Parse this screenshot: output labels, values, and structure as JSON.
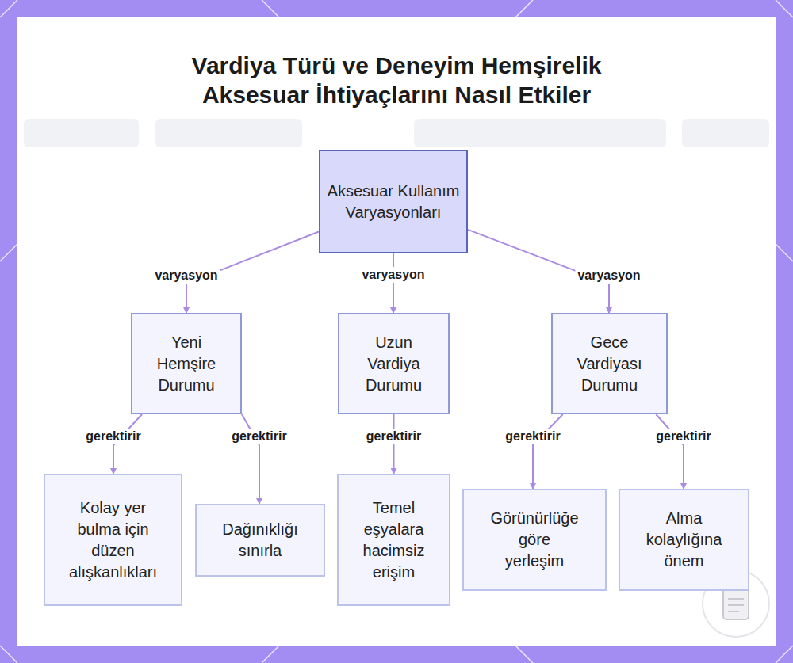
{
  "diagram": {
    "title": "Vardiya Türü ve Deneyim Hemşirelik Aksesuar İhtiyaçlarını Nasıl Etkiler",
    "nodes": [
      {
        "text": [
          "Aksesuar Kullanım Varyasyonları"
        ]
      },
      {
        "text": [
          "Yeni Hemşire Durumu"
        ]
      },
      {
        "text": [
          "Uzun Vardiya Durumu"
        ]
      },
      {
        "text": [
          "Gece Vardiyası Durumu"
        ]
      },
      {
        "text": [
          "Kolay yer bulma için düzen alışkanlıkları"
        ]
      },
      {
        "text": [
          "Dağınıklığı sınırla"
        ]
      },
      {
        "text": [
          "Temel eşyalara hacimsiz erişim"
        ]
      },
      {
        "text": [
          "Görünürlüğe göre yerleşim"
        ]
      },
      {
        "text": [
          "Alma kolaylığına önem"
        ]
      }
    ],
    "edges": [
      {
        "from": 0,
        "to": 1,
        "label": "varyasyon",
        "arrow": "to"
      },
      {
        "from": 0,
        "to": 2,
        "label": "varyasyon",
        "arrow": "to"
      },
      {
        "from": 0,
        "to": 3,
        "label": "varyasyon",
        "arrow": "to"
      },
      {
        "from": 1,
        "to": 4,
        "label": "gerektirir",
        "arrow": "to"
      },
      {
        "from": 1,
        "to": 5,
        "label": "gerektirir",
        "arrow": "to"
      },
      {
        "from": 2,
        "to": 6,
        "label": "gerektirir",
        "arrow": "to"
      },
      {
        "from": 3,
        "to": 7,
        "label": "gerektirir",
        "arrow": "to"
      },
      {
        "from": 3,
        "to": 8,
        "label": "gerektirir",
        "arrow": "to"
      }
    ]
  }
}
